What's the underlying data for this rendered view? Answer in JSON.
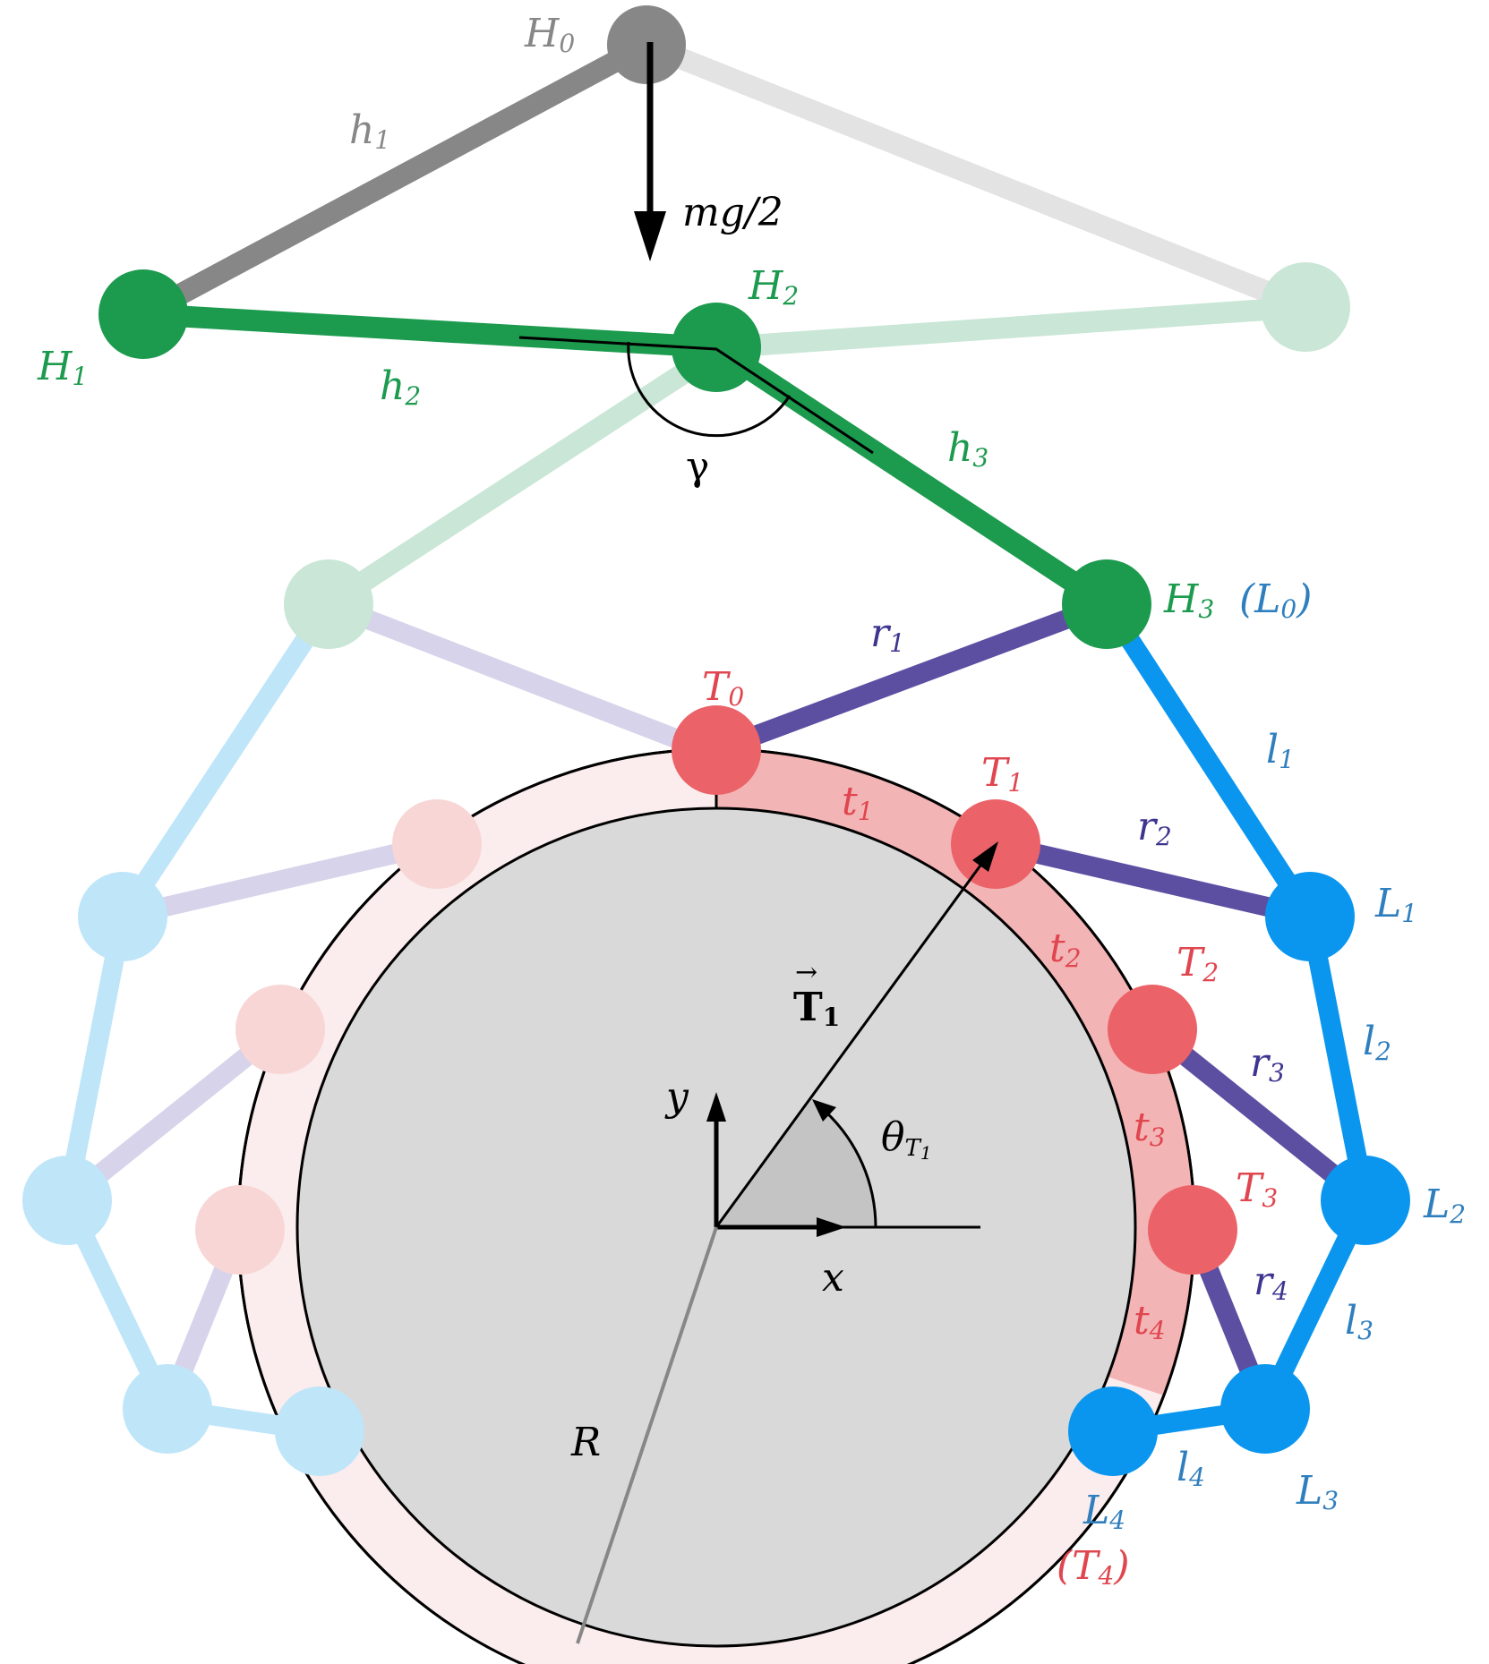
{
  "colors": {
    "gray_dark": "#878787",
    "gray_light": "#e3e3e3",
    "green": "#1c9a4e",
    "green_light": "#c9e6d6",
    "blue": "#0a96ef",
    "blue_light": "#bfe5f9",
    "purple": "#5c4fa2",
    "purple_light": "#d7d3ea",
    "red": "#eb6368",
    "red_light": "#f8d6d6",
    "band": "#f3b4b5",
    "band_light": "#fbeced",
    "disc": "#d9d9d9",
    "ink": "#000000",
    "label_blue": "#2f7fbf",
    "label_purple": "#3d3590"
  },
  "labels": {
    "H0": {
      "main": "H",
      "sub": "0"
    },
    "H1": {
      "main": "H",
      "sub": "1"
    },
    "H2": {
      "main": "H",
      "sub": "2"
    },
    "H3": {
      "main": "H",
      "sub": "3"
    },
    "L0": {
      "open": "(",
      "main": "L",
      "sub": "0",
      "close": ")"
    },
    "L1": {
      "main": "L",
      "sub": "1"
    },
    "L2": {
      "main": "L",
      "sub": "2"
    },
    "L3": {
      "main": "L",
      "sub": "3"
    },
    "L4": {
      "main": "L",
      "sub": "4"
    },
    "T0": {
      "main": "T",
      "sub": "0"
    },
    "T1": {
      "main": "T",
      "sub": "1"
    },
    "T2": {
      "main": "T",
      "sub": "2"
    },
    "T3": {
      "main": "T",
      "sub": "3"
    },
    "T4": {
      "open": "(",
      "main": "T",
      "sub": "4",
      "close": ")"
    },
    "h1": {
      "main": "h",
      "sub": "1"
    },
    "h2": {
      "main": "h",
      "sub": "2"
    },
    "h3": {
      "main": "h",
      "sub": "3"
    },
    "l1": {
      "main": "l",
      "sub": "1"
    },
    "l2": {
      "main": "l",
      "sub": "2"
    },
    "l3": {
      "main": "l",
      "sub": "3"
    },
    "l4": {
      "main": "l",
      "sub": "4"
    },
    "r1": {
      "main": "r",
      "sub": "1"
    },
    "r2": {
      "main": "r",
      "sub": "2"
    },
    "r3": {
      "main": "r",
      "sub": "3"
    },
    "r4": {
      "main": "r",
      "sub": "4"
    },
    "t1": {
      "main": "t",
      "sub": "1"
    },
    "t2": {
      "main": "t",
      "sub": "2"
    },
    "t3": {
      "main": "t",
      "sub": "3"
    },
    "t4": {
      "main": "t",
      "sub": "4"
    },
    "mg": "mg/2",
    "gamma": "γ",
    "T1_vec": {
      "main": "T",
      "sub": "1",
      "arrow": "→"
    },
    "theta": {
      "main": "θ",
      "sub": "T",
      "subsub": "1"
    },
    "x": "x",
    "y": "y",
    "R": "R"
  }
}
